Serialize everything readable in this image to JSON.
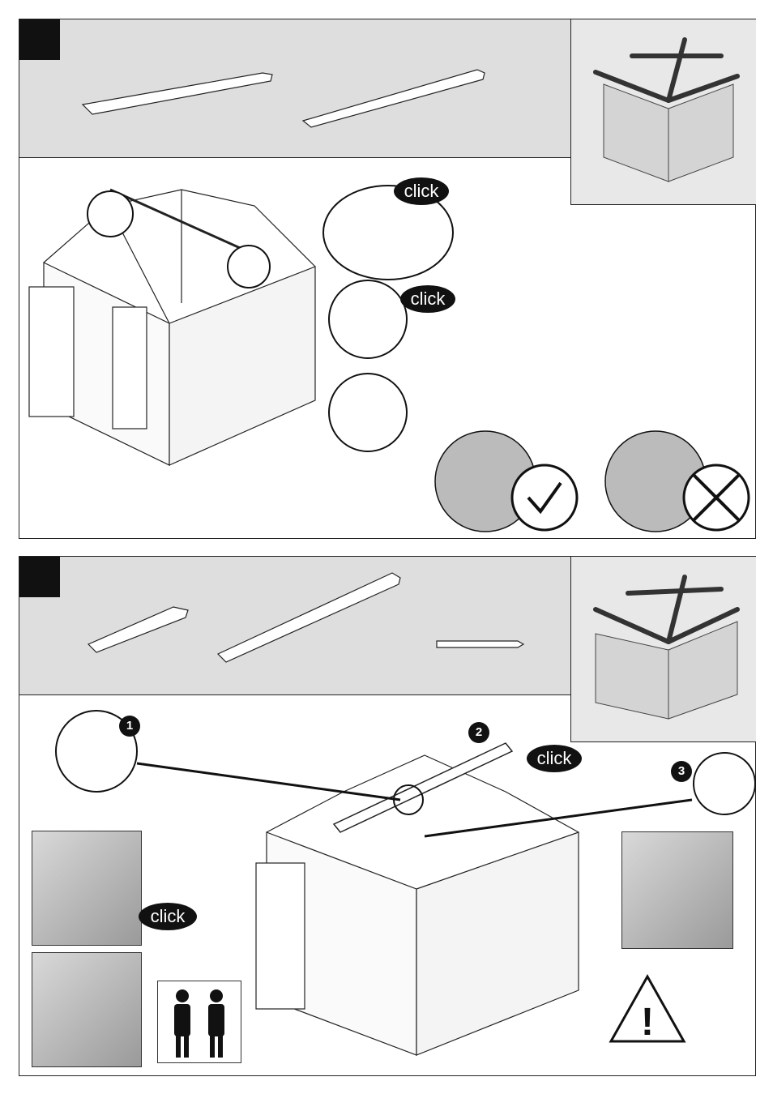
{
  "steps": [
    {
      "callouts": {
        "click_a": "click",
        "click_b": "click"
      },
      "check": {
        "ok_icon": "check-mark-icon",
        "bad_icon": "cross-mark-icon"
      }
    },
    {
      "callouts": {
        "click_a": "click",
        "click_b": "click"
      },
      "numbers": [
        "1",
        "2",
        "3"
      ]
    }
  ],
  "colors": {
    "panel_bg": "#dedede",
    "ink": "#111111"
  }
}
